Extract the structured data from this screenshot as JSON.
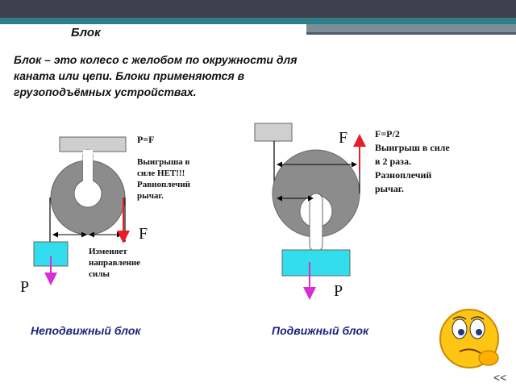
{
  "slide": {
    "title": "Блок",
    "definition": "Блок – это колесо с желобом по окружности для каната или цепи. Блоки применяются в грузоподъёмных устройствах.",
    "nav_label": "<<"
  },
  "fixed_block": {
    "formula": "P=F",
    "note": "Выигрыша в силе НЕТ!!! Равноплечий рычаг.",
    "force_label": "F",
    "direction_note": "Изменяет направление силы",
    "weight_label": "P",
    "caption": "Неподвижный блок"
  },
  "movable_block": {
    "force_label": "F",
    "formula": "F=P/2",
    "note": "Выигрыш в силе в 2 раза. Разноплечий рычаг.",
    "weight_label": "P",
    "caption": "Подвижный блок"
  },
  "colors": {
    "wheel": "#8c8c8c",
    "support": "#cfcfcf",
    "load": "#33ddee",
    "force_arrow": "#e5202a",
    "weight_arrow": "#d62fd6"
  },
  "icons": [
    "thinking-smiley-icon"
  ]
}
